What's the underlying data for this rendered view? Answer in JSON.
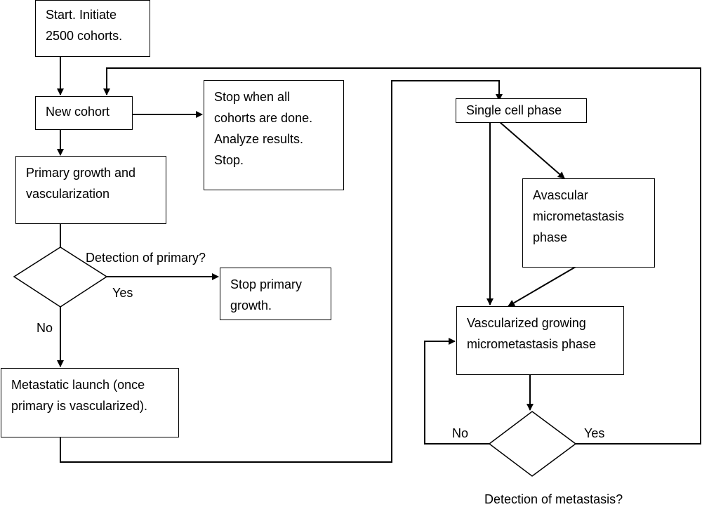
{
  "nodes": {
    "start": [
      "Start. Initiate",
      "2500 cohorts."
    ],
    "new_cohort": [
      "New cohort"
    ],
    "stop_all": [
      "Stop when all",
      "cohorts are done.",
      "Analyze results.",
      "Stop."
    ],
    "primary_growth": [
      "Primary growth and",
      "vascularization"
    ],
    "stop_primary": [
      "Stop primary",
      "growth."
    ],
    "metastatic_launch": [
      "Metastatic launch (once",
      "primary is vascularized)."
    ],
    "single_cell": [
      "Single cell phase"
    ],
    "avascular": [
      "Avascular",
      "micrometastasis",
      "phase"
    ],
    "vascularized": [
      "Vascularized growing",
      "micrometastasis phase"
    ]
  },
  "labels": {
    "detect_primary": "Detection of primary?",
    "yes_primary": "Yes",
    "no_primary": "No",
    "no_metastasis": "No",
    "yes_metastasis": "Yes",
    "detect_metastasis": "Detection of metastasis?"
  }
}
